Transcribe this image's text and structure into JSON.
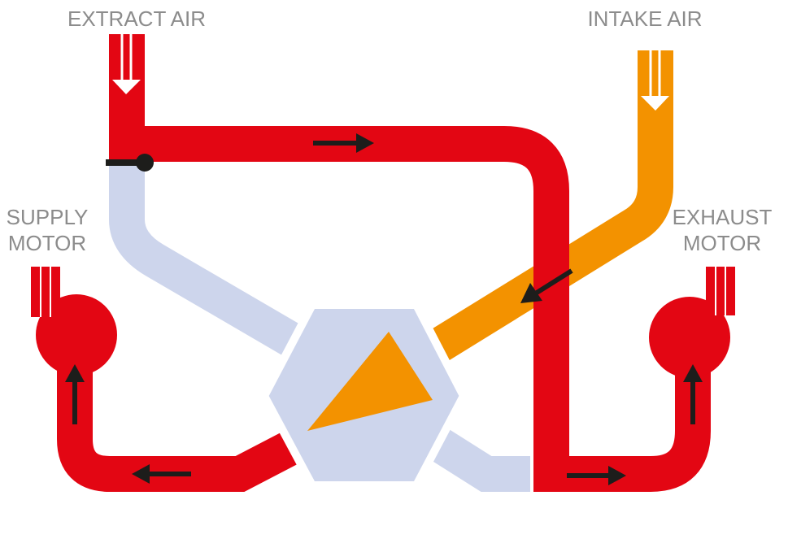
{
  "labels": {
    "extract_air": "EXTRACT AIR",
    "intake_air": "INTAKE AIR",
    "supply_motor_line1": "SUPPLY",
    "supply_motor_line2": "MOTOR",
    "exhaust_motor_line1": "EXHAUST",
    "exhaust_motor_line2": "MOTOR"
  },
  "colors": {
    "warm_air": "#e30613",
    "intake_air": "#f39200",
    "cool_air": "#cdd5ec",
    "arrow": "#1d1d1b",
    "text": "#8c8c8c"
  }
}
